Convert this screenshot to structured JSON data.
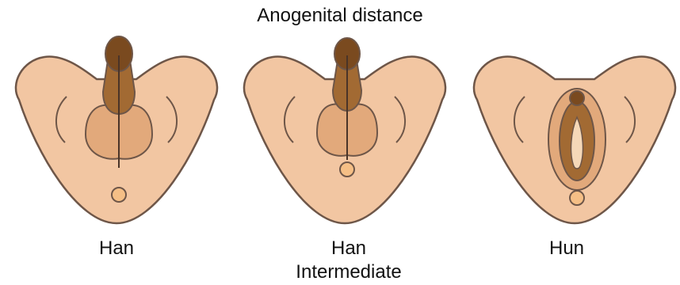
{
  "title": "Anogenital distance",
  "figures": [
    {
      "label": "Han"
    },
    {
      "label": "Han",
      "sublabel": "Intermediate"
    },
    {
      "label": "Hun"
    }
  ],
  "colors": {
    "skin": "#f2c6a2",
    "skin_dark": "#e2a97b",
    "brown": "#a26a33",
    "brown_dark": "#7a4a1f",
    "outline": "#6e5648",
    "anus": "#f5bf86"
  }
}
